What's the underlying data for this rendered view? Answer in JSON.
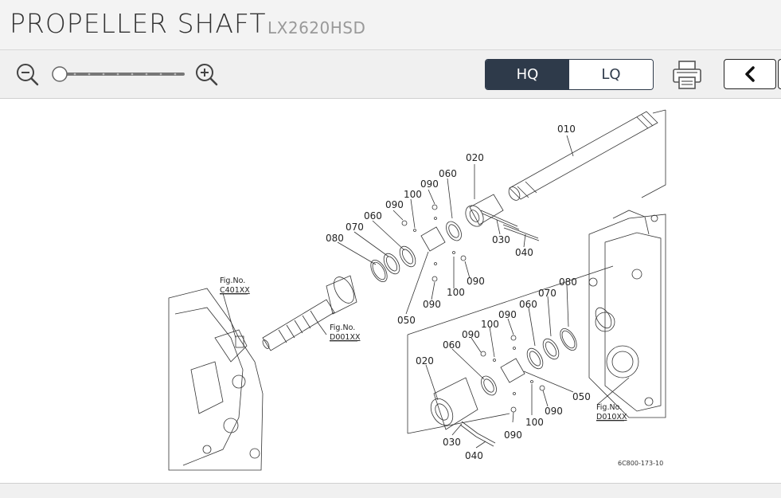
{
  "header": {
    "title": "PROPELLER SHAFT",
    "model": "LX2620HSD"
  },
  "toolbar": {
    "zoom_out_icon": "zoom-out-icon",
    "zoom_in_icon": "zoom-in-icon",
    "zoom_level": 0,
    "quality": {
      "hq_label": "HQ",
      "lq_label": "LQ",
      "selected": "HQ"
    },
    "print_icon": "printer-icon",
    "prev_icon": "chevron-left-icon"
  },
  "colors": {
    "active": "#2e3a4a",
    "line": "#333333"
  },
  "diagram": {
    "callouts": {
      "c010": "010",
      "c020a": "020",
      "c060a": "060",
      "c090a": "090",
      "c100a": "100",
      "c090b": "090",
      "c060b": "060",
      "c070a": "070",
      "c080a": "080",
      "c030a": "030",
      "c040a": "040",
      "c050a": "050",
      "c090c": "090",
      "c100b": "100",
      "c090d": "090",
      "c080b": "080",
      "c070b": "070",
      "c060c": "060",
      "c090e": "090",
      "c100c": "100",
      "c090f": "090",
      "c060d": "060",
      "c020b": "020",
      "c050b": "050",
      "c090g": "090",
      "c100d": "100",
      "c090h": "090",
      "c030b": "030",
      "c040b": "040"
    },
    "fig_refs": {
      "c401": {
        "label": "Fig.No.",
        "code": "C401XX"
      },
      "d001": {
        "label": "Fig.No.",
        "code": "D001XX"
      },
      "d010": {
        "label": "Fig.No.",
        "code": "D010XX"
      }
    },
    "drawing_code": "6C800-173-10"
  }
}
